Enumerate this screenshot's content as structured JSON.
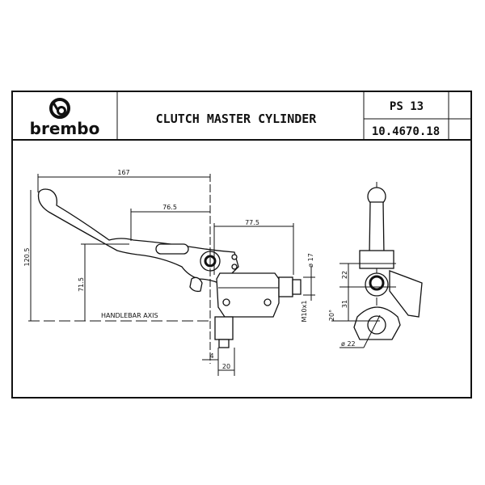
{
  "title_block": {
    "logo_text": "brembo",
    "title": "CLUTCH MASTER CYLINDER",
    "model": "PS 13",
    "part_number": "10.4670.18"
  },
  "dimensions": {
    "overall_length": "167",
    "lever_offset": "76.5",
    "cylinder_length": "77.5",
    "overall_height": "120.5",
    "lever_height": "71.5",
    "handlebar_axis": "HANDLEBAR AXIS",
    "clamp_width": "20",
    "small_gap": "4",
    "fitting_diameter": "ø 17",
    "thread": "M10x1",
    "side_22": "22",
    "side_31": "31",
    "angle": "20°",
    "bar_diameter": "ø 22"
  }
}
